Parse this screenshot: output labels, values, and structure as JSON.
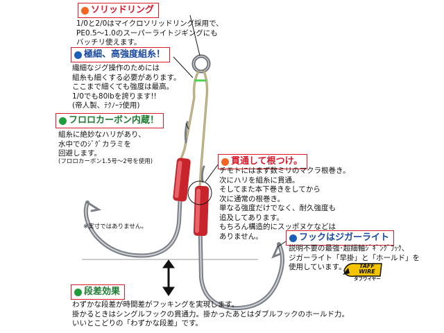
{
  "colors": {
    "accent_red": "#d7192a",
    "dot_orange": "#f26522",
    "dot_blue": "#1a5fb4",
    "dot_green": "#1f9d3a",
    "hook_steel": "#8a8f96",
    "tube_red": "#c8242b",
    "cord_tan": "#b9aa7e",
    "badge_yellow": "#f4c400"
  },
  "sections": {
    "solid_ring": {
      "title": "ソリッドリング",
      "dot": "orange",
      "lines": [
        "1/0と2/0はマイクロソリッドリング採用で、",
        "PE0.5～1.0のスーパーライトジギングにも",
        "バッチリ使えます。"
      ]
    },
    "thin_line": {
      "title": "極細、高強度組糸！",
      "dot": "blue",
      "lines": [
        "繊細なジグ操作のためには",
        "組糸も細くする必要があります。",
        "ここまで細くても強度は最高。",
        "1/0でも80lbを誇ります!!",
        "(帝人製、ﾃｸﾉｰﾗ使用)"
      ]
    },
    "fluoro": {
      "title": "フロロカーボン内蔵！",
      "dot": "green",
      "lines": [
        "組糸に絶妙なハリがあり、",
        "水中でのｼﾞｸﾞカラミを",
        "回避します。"
      ],
      "note": "(フロロカーボン1.5号～2号を使用)"
    },
    "through_knot": {
      "title": "貫通して根つけ。",
      "dot": "orange",
      "lines": [
        "チモトにはまず数ミリのマクラ根巻き。",
        "次にハリを組糸に貫通。",
        "そしてまた本下巻きをしてから",
        "次に通常の根巻き。",
        "単なる強度だけでなく、耐久強度も",
        "追及してあります。",
        "もちろん構造的にスッポヌケなどは",
        "ありません。"
      ]
    },
    "hook": {
      "title": "フックはジガーライト",
      "dot": "blue",
      "lines": [
        "説明不要の最強･超細軸ｼﾞｷﾞﾝｸﾞﾌｯｸ、",
        "ジガーライト「早掛」と「ホールド」を",
        "使用しています。"
      ]
    },
    "step": {
      "title": "段差効果",
      "dot": "green",
      "lines": [
        "わずかな段差が時間差がフッキングを実現します。",
        "掛かるときはシングルフックの貫通力。掛かったあとはダブルフックのホールド力。",
        "いいとこどりの「わずかな段差」です。"
      ]
    }
  },
  "diagram": {
    "scale_note": "※実寸ではありません。",
    "badge_main": "TAFF WIRE",
    "badge_sub": "タフワイヤー"
  }
}
